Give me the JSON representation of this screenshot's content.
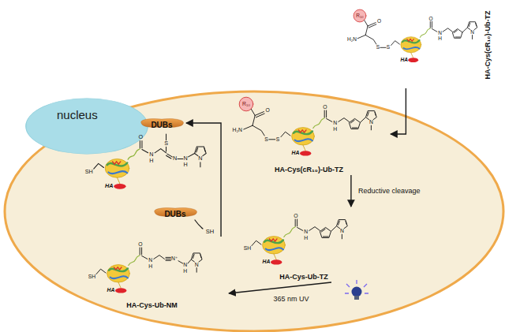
{
  "diagram": {
    "nodes": [
      {
        "text": [
          "nucleus"
        ]
      },
      {
        "text": [
          "HA-Cys(cR₁₀)-Ub-TZ"
        ]
      },
      {
        "text": [
          "HA-Cys(cR₁₀)-Ub-TZ"
        ]
      },
      {
        "text": [
          "HA-Cys-Ub-TZ"
        ]
      },
      {
        "text": [
          "HA-Cys-Ub-NM"
        ]
      },
      {
        "text": [
          "DUBs"
        ]
      },
      {
        "text": [
          "DUBs"
        ]
      }
    ],
    "edges": [
      {
        "from": 1,
        "to": 2,
        "arrow": "to"
      },
      {
        "from": 2,
        "to": 3,
        "arrow": "to",
        "label": "Reductive cleavage"
      },
      {
        "from": 3,
        "to": 4,
        "arrow": "to",
        "label": "365 nm UV"
      },
      {
        "from": 4,
        "to": 5,
        "arrow": "to"
      }
    ],
    "labels": [
      "R₁₀",
      "O",
      "H₂N",
      "S",
      "S",
      "HA",
      "O",
      "N",
      "H",
      "N",
      "R₁₀",
      "O",
      "H₂N",
      "S",
      "S",
      "HA",
      "O",
      "N",
      "H",
      "N",
      "SH",
      "HA",
      "O",
      "N",
      "H",
      "N",
      "SH",
      "HA",
      "O",
      "N",
      "H",
      "N⁺",
      "N",
      "H",
      "N",
      "SH",
      "HA",
      "O",
      "N",
      "H",
      "S",
      "N",
      "N",
      "H",
      "N",
      "SH"
    ]
  }
}
